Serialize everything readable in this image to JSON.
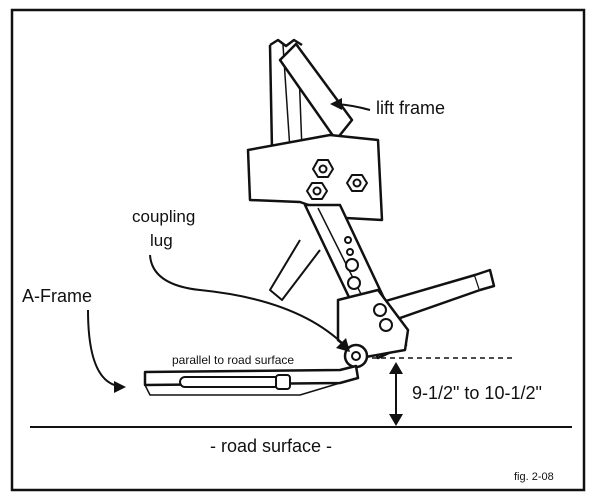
{
  "labels": {
    "lift_frame": "lift frame",
    "coupling": "coupling",
    "lug": "lug",
    "a_frame": "A-Frame",
    "parallel": "parallel to road surface",
    "height": "9-1/2\" to 10-1/2\"",
    "road_surface": "- road surface -",
    "figure_number": "fig. 2-08"
  }
}
